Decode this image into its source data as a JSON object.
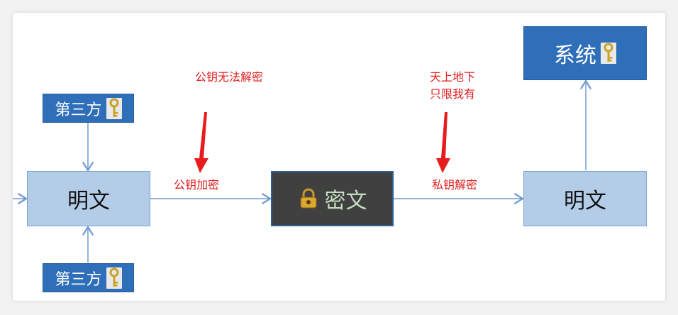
{
  "nodes": {
    "plaintext_left": "明文",
    "third_party_top": "第三方",
    "third_party_bottom": "第三方",
    "ciphertext": "密文",
    "plaintext_right": "明文",
    "system": "系统"
  },
  "labels": {
    "public_key_cannot_decrypt": "公钥无法解密",
    "public_key_encrypt": "公钥加密",
    "only_i_have_line1": "天上地下",
    "only_i_have_line2": "只限我有",
    "private_key_decrypt": "私钥解密"
  },
  "colors": {
    "light_box": "#b3cde9",
    "dark_box": "#2f6fba",
    "cipher_box": "#404040",
    "arrow": "#6f9bd1",
    "label": "#e02020"
  },
  "icons": {
    "key": "key-icon",
    "lock": "lock-icon"
  }
}
